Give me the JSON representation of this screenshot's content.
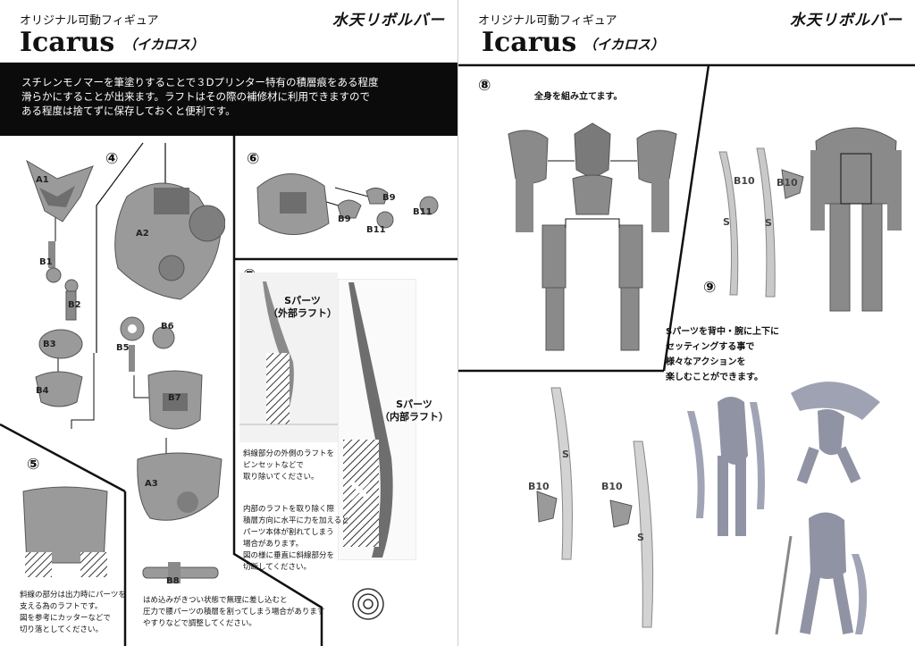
{
  "header": {
    "kicker": "オリジナル可動フィギュア",
    "brand": "水天リボルバー",
    "title": "Icarus",
    "title_jp": "（イカロス）"
  },
  "notice": "スチレンモノマーを筆塗りすることで３Dプリンター特有の積層痕をある程度\n滑らかにすることが出来ます。ラフトはその際の補修材に利用できますので\nある程度は捨てずに保存しておくと便利です。",
  "left": {
    "steps": {
      "s4": "④",
      "s5": "⑤",
      "s6": "⑥",
      "s7": "⑦"
    },
    "parts": {
      "A1": "A1",
      "A2": "A2",
      "A3": "A3",
      "B1": "B1",
      "B2": "B2",
      "B3": "B3",
      "B4": "B4",
      "B5": "B5",
      "B6": "B6",
      "B7": "B7",
      "B8": "B8",
      "B9a": "B9",
      "B9b": "B9",
      "B11a": "B11",
      "B11b": "B11"
    },
    "s_outer": "Sパーツ\n（外部ラフト）",
    "s_inner": "Sパーツ\n（内部ラフト）",
    "note_outer": "斜線部分の外側のラフトを\nピンセットなどで\n取り除いてください。",
    "note_inner": "内部のラフトを取り除く際\n積層方向に水平に力を加えると\nパーツ本体が割れてしまう\n場合があります。\n図の様に垂直に斜線部分を\n切断してください。",
    "note5": "斜線の部分は出力時にパーツを\n支える為のラフトです。\n図を参考にカッターなどで\n切り落としてください。",
    "note_b8": "はめ込みがきつい状態で無理に差し込むと\n圧力で腰パーツの積層を割ってしまう場合があります\nやすりなどで調整してください。"
  },
  "right": {
    "steps": {
      "s8": "⑧",
      "s9": "⑨"
    },
    "s8_text": "全身を組み立てます。",
    "s9_text": "Sパーツを背中・腕に上下に\nセッティングする事で\n様々なアクションを\n楽しむことができます。",
    "labels": {
      "b10": "B10",
      "s": "S"
    }
  },
  "colors": {
    "ink": "#0b0b0b",
    "part": "#9a9a9a",
    "part_dark": "#6e6e6e",
    "light": "#d9d9d9"
  }
}
